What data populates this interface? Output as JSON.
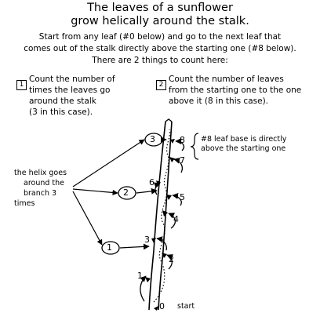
{
  "title": {
    "line1": "The leaves of a sunflower",
    "line2": "grow helically around the stalk."
  },
  "intro": {
    "line1": "Start from any leaf (#0 below) and go to the next leaf that",
    "line2": "comes out of the stalk directly above the starting one (#8 below).",
    "line3": "There are 2 things to count here:"
  },
  "steps": [
    {
      "number": "1",
      "lines": [
        "Count the number of",
        "times the leaves go",
        "around the stalk",
        "(3 in this case)."
      ]
    },
    {
      "number": "2",
      "lines": [
        "Count the number of leaves",
        "from the starting one to the one",
        "above it (8 in this case)."
      ]
    }
  ],
  "helix_note": {
    "lines": [
      "the helix goes",
      "around the",
      "branch 3",
      "times"
    ]
  },
  "leaf_base_note": {
    "lines": [
      "#8  leaf base is directly",
      "above the starting one"
    ]
  },
  "turn_markers": [
    "1",
    "2",
    "3"
  ],
  "leaf_labels": [
    "0",
    "1",
    "2",
    "3",
    "4",
    "5",
    "6",
    "7",
    "8"
  ],
  "start_label": "start"
}
